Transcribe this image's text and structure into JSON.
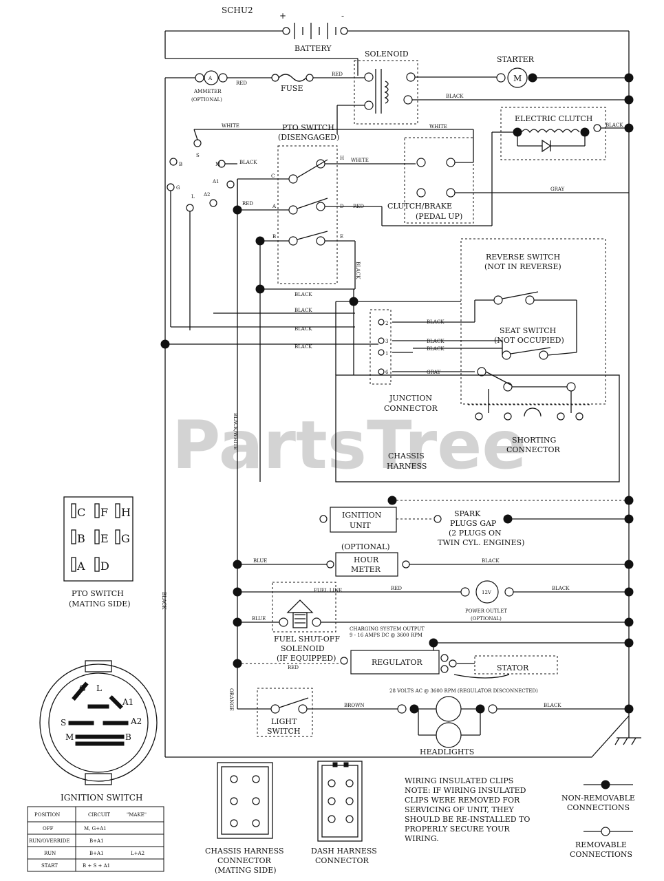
{
  "diagram": {
    "watermark": "PartsTree",
    "model": "SCHU2",
    "battery": {
      "label": "BATTERY",
      "plus": "+",
      "minus": "-"
    },
    "solenoid": "SOLENOID",
    "starter": {
      "label": "STARTER",
      "symbol": "M"
    },
    "ammeter": {
      "label_1": "AMMETER",
      "label_2": "(OPTIONAL)",
      "symbol": "A"
    },
    "fuse": "FUSE",
    "electric_clutch": "ELECTRIC CLUTCH",
    "pto_switch": {
      "label_1": "PTO SWITCH",
      "label_2": "(DISENGAGED)",
      "terminals": [
        "C",
        "H",
        "A",
        "D",
        "B",
        "E"
      ]
    },
    "clutch_brake": {
      "label_1": "CLUTCH/BRAKE",
      "label_2": "(PEDAL UP)"
    },
    "ignition_terminals": [
      "B",
      "S",
      "M",
      "G",
      "L",
      "A2",
      "A1"
    ],
    "reverse_switch": {
      "label_1": "REVERSE SWITCH",
      "label_2": "(NOT IN REVERSE)"
    },
    "seat_switch": {
      "label_1": "SEAT SWITCH",
      "label_2": "(NOT OCCUPIED)"
    },
    "junction_connector": {
      "label_1": "JUNCTION",
      "label_2": "CONNECTOR",
      "pins": [
        "2",
        "3",
        "1",
        "6"
      ]
    },
    "shorting_connector": {
      "label_1": "SHORTING",
      "label_2": "CONNECTOR"
    },
    "chassis_harness": {
      "label_1": "CHASSIS",
      "label_2": "HARNESS"
    },
    "ignition_unit": {
      "label_1": "IGNITION",
      "label_2": "UNIT"
    },
    "spark_plugs": {
      "line_1": "SPARK",
      "line_2": "PLUGS GAP",
      "line_3": "(2 PLUGS ON",
      "line_4": "TWIN CYL. ENGINES)"
    },
    "hour_meter": {
      "optional": "(OPTIONAL)",
      "label_1": "HOUR",
      "label_2": "METER"
    },
    "power_outlet": {
      "symbol": "12V",
      "label_1": "POWER OUTLET",
      "label_2": "(OPTIONAL)"
    },
    "fuel_solenoid": {
      "label_1": "FUEL SHUT-OFF",
      "label_2": "SOLENOID",
      "label_3": "(IF EQUIPPED)",
      "fuel_line": "FUEL LINE"
    },
    "charging_output": {
      "line_1": "CHARGING SYSTEM OUTPUT",
      "line_2": "9 - 16 AMPS DC @ 3600 RPM"
    },
    "regulator": "REGULATOR",
    "stator": "STATOR",
    "stator_note": "28 VOLTS AC @ 3600 RPM (REGULATOR DISCONNECTED)",
    "light_switch": {
      "label_1": "LIGHT",
      "label_2": "SWITCH"
    },
    "headlights": "HEADLIGHTS",
    "wires": {
      "red": "RED",
      "black": "BLACK",
      "white": "WHITE",
      "gray": "GRAY",
      "blue": "BLUE",
      "brown": "BROWN",
      "orange": "ORANGE",
      "black_white": "BLACK/WHITE"
    },
    "pto_mating": {
      "title_1": "PTO SWITCH",
      "title_2": "(MATING SIDE)",
      "rows": [
        [
          "C",
          "F",
          "H"
        ],
        [
          "B",
          "E",
          "G"
        ],
        [
          "A",
          "D",
          ""
        ]
      ]
    },
    "ignition_switch": {
      "title": "IGNITION SWITCH",
      "headers": [
        "POSITION",
        "CIRCUIT",
        "\"MAKE\""
      ],
      "rows": [
        [
          "OFF",
          "M, G+A1",
          ""
        ],
        [
          "RUN/OVERRIDE",
          "B+A1",
          ""
        ],
        [
          "RUN",
          "B+A1",
          "L+A2"
        ],
        [
          "START",
          "B + S + A1",
          ""
        ]
      ]
    },
    "chassis_harness_connector": {
      "line_1": "CHASSIS HARNESS",
      "line_2": "CONNECTOR",
      "line_3": "(MATING SIDE)"
    },
    "dash_harness_connector": {
      "line_1": "DASH HARNESS",
      "line_2": "CONNECTOR"
    },
    "wiring_note": {
      "line_1": "WIRING INSULATED CLIPS",
      "line_2": "NOTE: IF WIRING INSULATED",
      "line_3": "CLIPS WERE REMOVED FOR",
      "line_4": "SERVICING OF UNIT, THEY",
      "line_5": "SHOULD BE RE-INSTALLED TO",
      "line_6": "PROPERLY SECURE YOUR",
      "line_7": "WIRING."
    },
    "legend": {
      "non_removable_1": "NON-REMOVABLE",
      "non_removable_2": "CONNECTIONS",
      "removable_1": "REMOVABLE",
      "removable_2": "CONNECTIONS"
    }
  }
}
